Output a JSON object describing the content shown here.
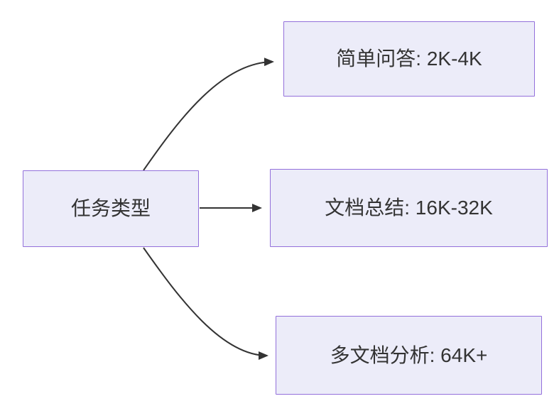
{
  "diagram": {
    "type": "flowchart-left-to-right",
    "root": {
      "id": "task-type",
      "label": "任务类型"
    },
    "branches": [
      {
        "id": "simple-qa",
        "label": "简单问答: 2K-4K"
      },
      {
        "id": "doc-summary",
        "label": "文档总结: 16K-32K"
      },
      {
        "id": "multi-doc",
        "label": "多文档分析: 64K+"
      }
    ],
    "edges": [
      {
        "from": "task-type",
        "to": "simple-qa"
      },
      {
        "from": "task-type",
        "to": "doc-summary"
      },
      {
        "from": "task-type",
        "to": "multi-doc"
      }
    ],
    "style": {
      "node_fill": "#ECECF9",
      "node_border": "#9370DB",
      "edge_color": "#333333",
      "text_color": "#333333",
      "background": "#FFFFFF"
    }
  }
}
